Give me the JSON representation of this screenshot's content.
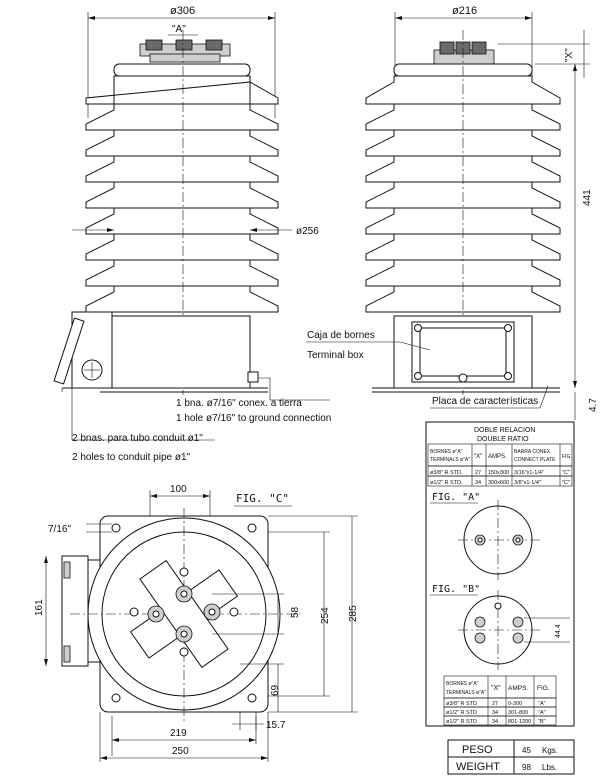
{
  "front_view": {
    "dim_top": "ø306",
    "fig_a_ref": "\"A\"",
    "dim_side": "ø256"
  },
  "side_view": {
    "dim_top": "ø216",
    "dim_x": "\"X\"",
    "dim_height": "441",
    "dim_base": "4.7"
  },
  "labels": {
    "terminal_box_es": "Caja de bornes",
    "terminal_box_en": "Terminal box",
    "nameplate": "Placa de características",
    "ground_es": "1 bna. ø7/16\" conex. a tierra",
    "ground_en": "1 hole ø7/16\" to ground connection",
    "conduit_es": "2 bnas. para tubo conduit ø1\"",
    "conduit_en": "2 holes to conduit pipe ø1\""
  },
  "bottom_view": {
    "dim_100": "100",
    "fig_c": "FIG. \"C\"",
    "dim_7_16": "7/16\"",
    "dim_161": "161",
    "dim_58": "58",
    "dim_254": "254",
    "dim_285": "285",
    "dim_69": "69",
    "dim_15_7": "15.7",
    "dim_219": "219",
    "dim_250": "250"
  },
  "ratio_table": {
    "title_es": "DOBLE RELACION",
    "title_en": "DOUBLE RATIO",
    "headers": {
      "bornes": "BORNES ø\"A\"",
      "terminals": "TERMINALS ø\"A\"",
      "x": "\"X\"",
      "amps": "AMPS.",
      "barra": "BARRA CONEX.",
      "plate": "CONNECT PLATE",
      "fig": "FIG."
    },
    "rows": [
      {
        "bornes": "ø3/8\" R STD.",
        "x": "27",
        "amps": "150x300",
        "barra": "3/16\"x1-1/4\"",
        "fig": "\"C\""
      },
      {
        "bornes": "ø1/2\" R STD.",
        "x": "34",
        "amps": "300x600",
        "barra": "3/8\"x1-1/4\"",
        "fig": "\"C\""
      }
    ]
  },
  "fig_a_label": "FIG. \"A\"",
  "fig_b_label": "FIG. \"B\"",
  "fig_b_dim": "44.4",
  "single_table": {
    "headers": {
      "bornes": "BORNES ø\"A\"",
      "terminals": "TERMINALS ø\"A\"",
      "x": "\"X\"",
      "amps": "AMPS.",
      "fig": "FIG."
    },
    "rows": [
      {
        "bornes": "ø3/8\" R STD",
        "x": "27",
        "amps": "0-300",
        "fig": "\"A\""
      },
      {
        "bornes": "ø1/2\" R STD",
        "x": "34",
        "amps": "301-800",
        "fig": "\"A\""
      },
      {
        "bornes": "ø1/2\" R STD",
        "x": "34",
        "amps": "801-1200",
        "fig": "\"B\""
      }
    ]
  },
  "weight": {
    "peso_label": "PESO",
    "peso_value": "45",
    "peso_unit": "Kgs.",
    "weight_label": "WEIGHT",
    "weight_value": "98",
    "weight_unit": "Lbs."
  }
}
